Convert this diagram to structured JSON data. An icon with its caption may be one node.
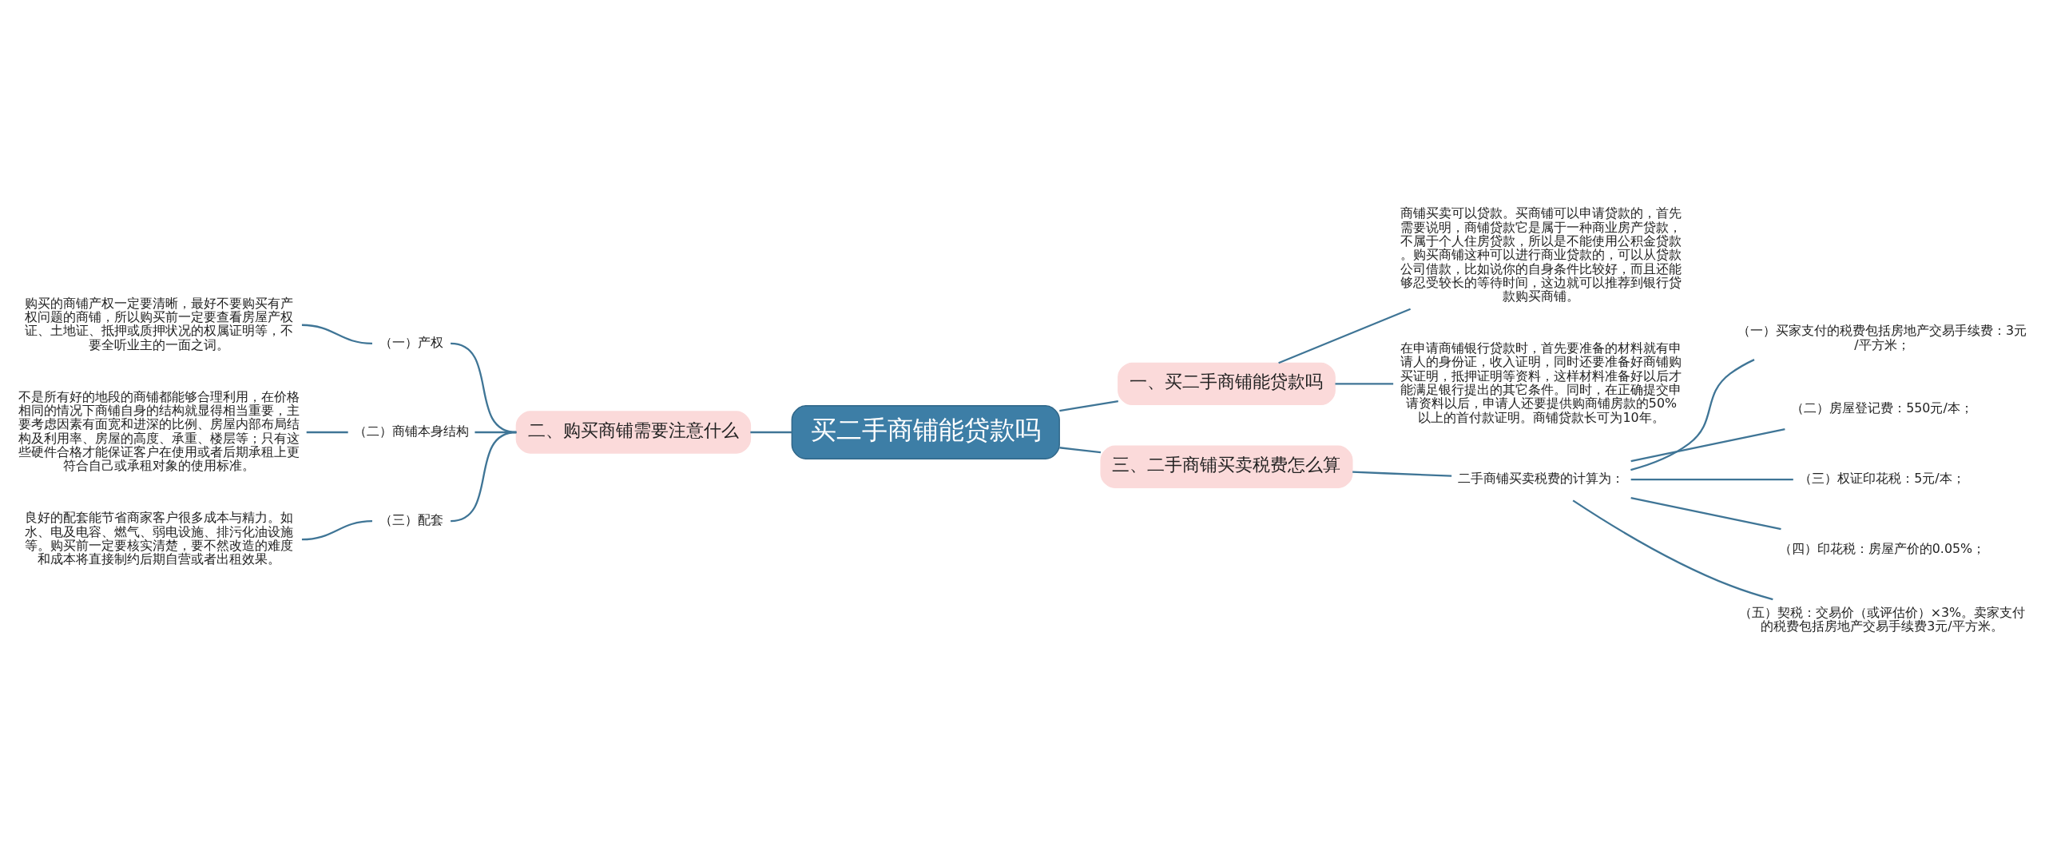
{
  "diagram": {
    "nodes": [
      {
        "text": [
          "买二手商铺能贷款吗"
        ]
      },
      {
        "text": [
          "一、买二手商铺能贷款吗"
        ]
      },
      {
        "text": [
          "商铺买卖可以贷款。买商铺可以申请贷款的，首先需要说明，商铺贷款它是属于一种商业房产贷款，不属于个人住房贷款，所以是不能使用公积金贷款。购买商铺这种可以进行商业贷款的，可以从贷款公司借款，比如说你的自身条件比较好，而且还能够忍受较长的等待时间，这边就可以推荐到银行贷款购买商铺。"
        ]
      },
      {
        "text": [
          "在申请商铺银行贷款时，首先要准备的材料就有申请人的身份证，收入证明，同时还要准备好商铺购买证明，抵押证明等资料，这样材料准备好以后才能满足银行提出的其它条件。同时，在正确提交申请资料以后，申请人还要提供购商铺房款的50%以上的首付款证明。商铺贷款长可为10年。"
        ]
      },
      {
        "text": [
          "二、购买商铺需要注意什么"
        ]
      },
      {
        "text": [
          "（一）产权"
        ]
      },
      {
        "text": [
          "购买的商铺产权一定要清晰，最好不要购买有产权问题的商铺，所以购买前一定要查看房屋产权证、土地证、抵押或质押状况的权属证明等，不要全听业主的一面之词。"
        ]
      },
      {
        "text": [
          "（二）商铺本身结构"
        ]
      },
      {
        "text": [
          "不是所有好的地段的商铺都能够合理利用，在价格相同的情况下商铺自身的结构就显得相当重要，主要考虑因素有面宽和进深的比例、房屋内部布局结构及利用率、房屋的高度、承重、楼层等；只有这些硬件合格才能保证客户在使用或者后期承租上更符合自己或承租对象的使用标准。"
        ]
      },
      {
        "text": [
          "（三）配套"
        ]
      },
      {
        "text": [
          "良好的配套能节省商家客户很多成本与精力。如水、电及电容、燃气、弱电设施、排污化油设施等。购买前一定要核实清楚，要不然改造的难度和成本将直接制约后期自营或者出租效果。"
        ]
      },
      {
        "text": [
          "三、二手商铺买卖税费怎么算"
        ]
      },
      {
        "text": [
          "二手商铺买卖税费的计算为："
        ]
      },
      {
        "text": [
          "（一）买家支付的税费包括房地产交易手续费：3元/平方米；"
        ]
      },
      {
        "text": [
          "（二）房屋登记费：550元/本；"
        ]
      },
      {
        "text": [
          "（三）权证印花税：5元/本；"
        ]
      },
      {
        "text": [
          "（四）印花税：房屋产价的0.05%；"
        ]
      },
      {
        "text": [
          "（五）契税：交易价（或评估价）×3%。卖家支付的税费包括房地产交易手续费3元/平方米。"
        ]
      }
    ],
    "edges": [
      {
        "from": 0,
        "to": 1,
        "arrow": "none"
      },
      {
        "from": 1,
        "to": 2,
        "arrow": "none"
      },
      {
        "from": 1,
        "to": 3,
        "arrow": "none"
      },
      {
        "from": 0,
        "to": 4,
        "arrow": "none"
      },
      {
        "from": 4,
        "to": 5,
        "arrow": "none"
      },
      {
        "from": 5,
        "to": 6,
        "arrow": "none"
      },
      {
        "from": 4,
        "to": 7,
        "arrow": "none"
      },
      {
        "from": 7,
        "to": 8,
        "arrow": "none"
      },
      {
        "from": 4,
        "to": 9,
        "arrow": "none"
      },
      {
        "from": 9,
        "to": 10,
        "arrow": "none"
      },
      {
        "from": 0,
        "to": 11,
        "arrow": "none"
      },
      {
        "from": 11,
        "to": 12,
        "arrow": "none"
      },
      {
        "from": 12,
        "to": 13,
        "arrow": "none"
      },
      {
        "from": 12,
        "to": 14,
        "arrow": "none"
      },
      {
        "from": 12,
        "to": 15,
        "arrow": "none"
      },
      {
        "from": 12,
        "to": 16,
        "arrow": "none"
      },
      {
        "from": 12,
        "to": 17,
        "arrow": "none"
      }
    ]
  }
}
